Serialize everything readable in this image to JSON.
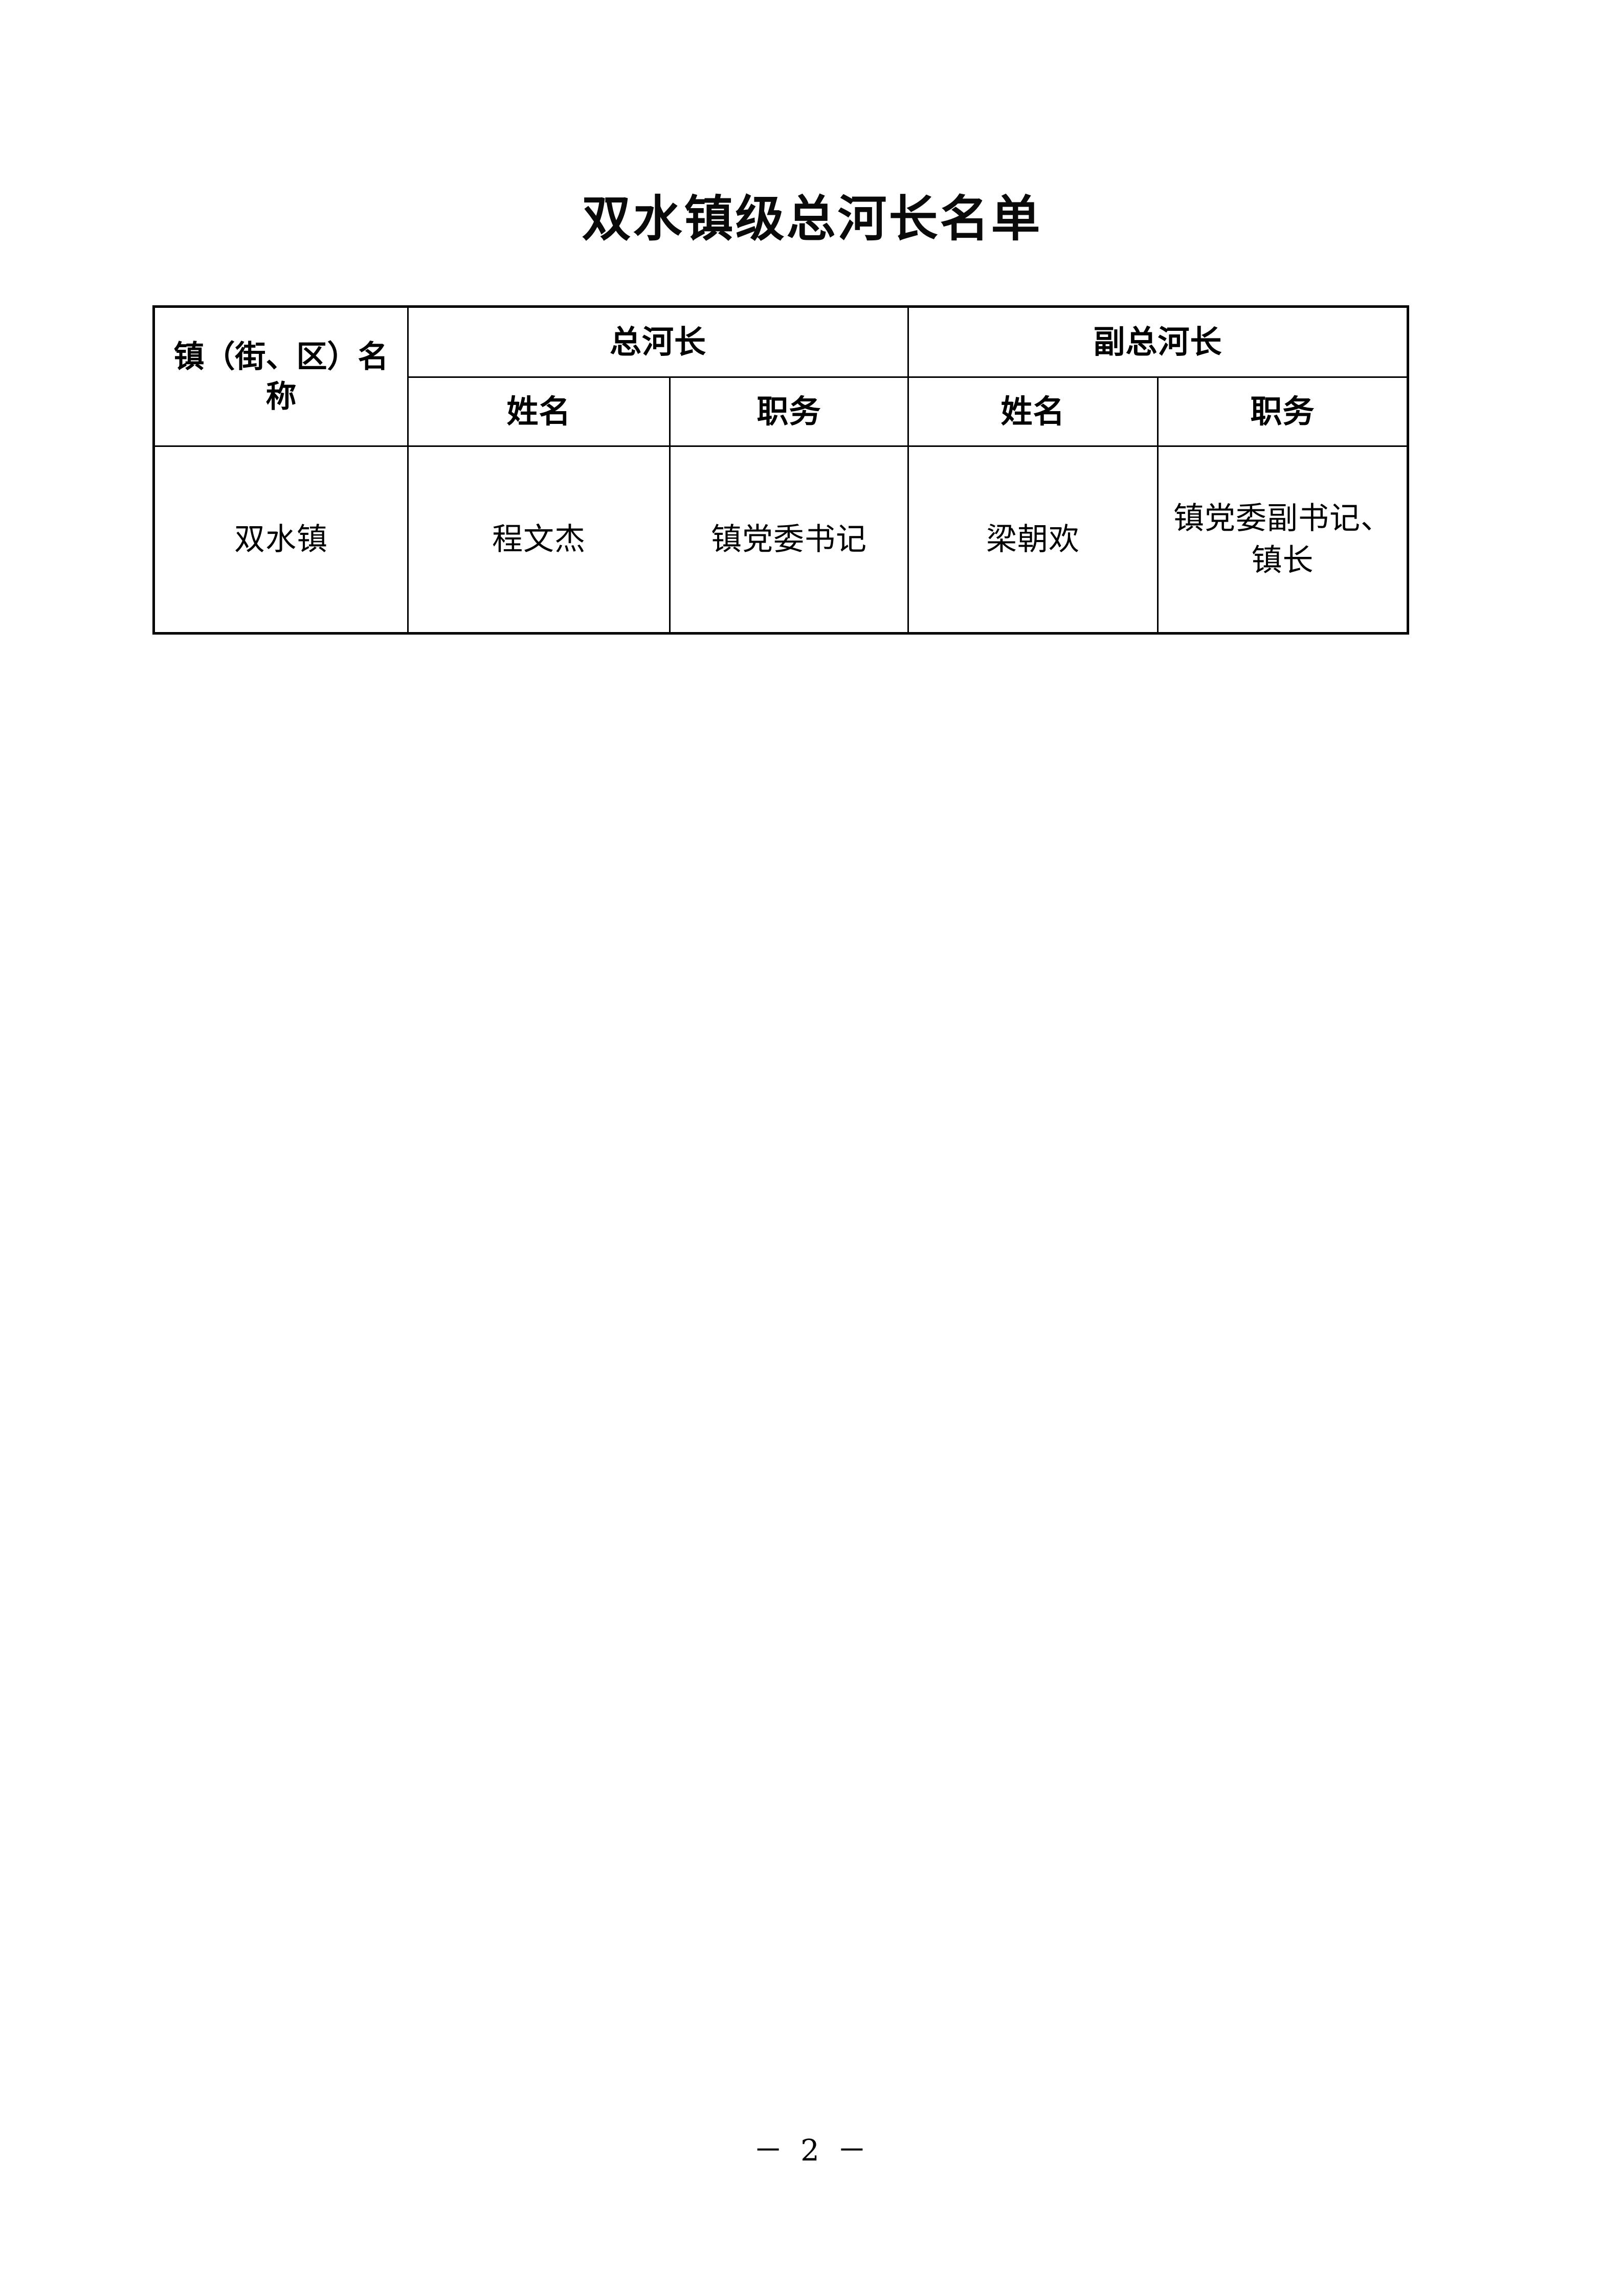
{
  "document": {
    "title": "双水镇级总河长名单",
    "page_footer": "－ 2 －"
  },
  "table": {
    "header": {
      "town_column": "镇（街、区）名称",
      "group_chief": "总河长",
      "group_deputy": "副总河长",
      "sub_name_chief": "姓名",
      "sub_post_chief": "职务",
      "sub_name_deputy": "姓名",
      "sub_post_deputy": "职务"
    },
    "rows": [
      {
        "town": "双水镇",
        "chief_name": "程文杰",
        "chief_post": "镇党委书记",
        "deputy_name": "梁朝欢",
        "deputy_post": "镇党委副书记、镇长"
      }
    ]
  }
}
